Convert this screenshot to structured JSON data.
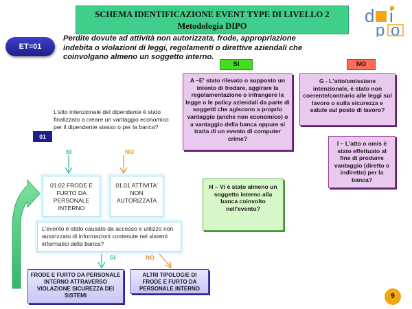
{
  "header": {
    "title_line1": "SCHEMA IDENTIFICAZIONE EVENT TYPE DI  LIVELLO 2",
    "title_line2": "Metodologia DIPO",
    "logo_text": "dipo"
  },
  "event_type": {
    "code": "ET=01",
    "description": "Perdite dovute ad attività non autorizzata, frode, appropriazione indebita o violazioni di leggi, regolamenti o direttive aziendali che coinvolgano almeno un soggetto interno."
  },
  "tags": {
    "si": "SI",
    "no": "NO"
  },
  "criteria": {
    "a": "A –E' stato rilevato o supposto un intento di frodare, aggirare la regolamentazione o infrangere la legge o le policy aziendali da parte di soggetti che agiscono a proprio vantaggio (anche non economico) o a vantaggio della banca oppure si tratta di un evento di computer crime?",
    "g": "G - L'atto/omissione intenzionale, è stato non coerente/contrario alle leggi sul lavoro o sulla sicurezza e salute sul posto di lavoro?",
    "i": "I – L'atto o omis  è stato effettuato al fine di produrre vantaggio (diretto o indiretto) per la banca?",
    "h": "H – Vi è stato almeno un soggetto interno alla banca coinvolto nell'evento?"
  },
  "decision_01": {
    "label": "01",
    "question": "L'atto intenzionale del dipendente è stato finalizzato a creare un vantaggio economico per il dipendente stesso o per la banca?",
    "si": "SI",
    "no": "NO",
    "outcome_si": "01.02 FRODE E FURTO DA PERSONALE INTERNO",
    "outcome_no": "01.01 ATTIVITA' NON AUTORIZZATA"
  },
  "decision_access": {
    "question": "L'evento è stato causato da accesso e utilizzo non autorizzato di informazioni contenute nei sistemi informatici della banca?",
    "si": "SI",
    "no": "NO",
    "outcome_si": "FRODE E FURTO DA PERSONALE INTERNO ATTRAVERSO VIOLAZIONE SICUREZZA DEI SISTEMI",
    "outcome_no": "ALTRI TIPOLOGIE DI FRODE E FURTO DA PERSONALE INTERNO"
  },
  "footer": {
    "page_number": "9"
  },
  "colors": {
    "title_green": "#3fcf8a",
    "badge_blue": "#1d1f8a",
    "si_green": "#44dd22",
    "no_red": "#ff6a55",
    "criterion_purple": "#e9c9ee",
    "criterion_green": "#d8f7c8",
    "outcome_blue": "#c9c6f6",
    "page_orange": "#f2a515"
  }
}
